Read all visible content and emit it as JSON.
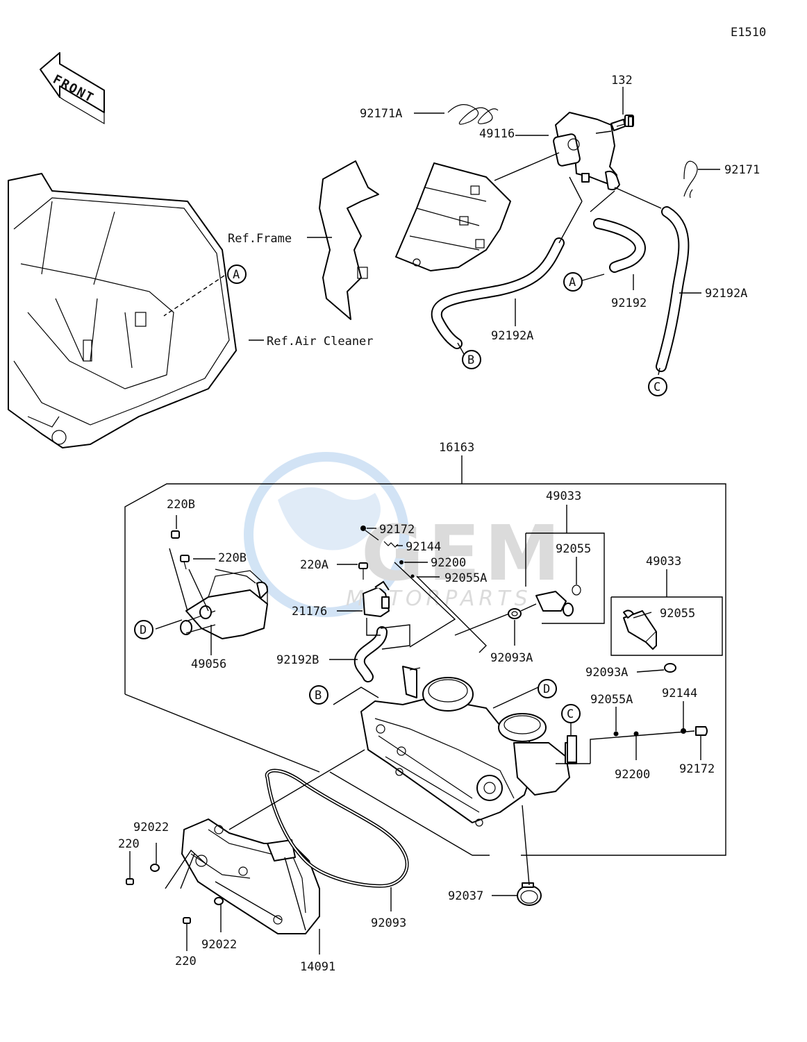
{
  "diagram_code": "E1510",
  "front_label": "FRONT",
  "references": {
    "frame": "Ref.Frame",
    "air_cleaner": "Ref.Air Cleaner"
  },
  "connectors": [
    "A",
    "B",
    "C",
    "D"
  ],
  "watermark": {
    "logo": "GEM",
    "text": "MOTORPARTS"
  },
  "parts": {
    "p132": "132",
    "p92171A": "92171A",
    "p49116": "49116",
    "p92171": "92171",
    "p92192A_left": "92192A",
    "p92192": "92192",
    "p92192A_right": "92192A",
    "p16163": "16163",
    "p220B_top": "220B",
    "p220B_mid": "220B",
    "p49056": "49056",
    "p92172_top": "92172",
    "p92144_top": "92144",
    "p92200_top": "92200",
    "p220A": "220A",
    "p92055A_top": "92055A",
    "p21176": "21176",
    "p92192B": "92192B",
    "p49033_a": "49033",
    "p92055_a": "92055",
    "p92093A_a": "92093A",
    "p49033_b": "49033",
    "p92055_b": "92055",
    "p92093A_b": "92093A",
    "p92055A_right": "92055A",
    "p92144_right": "92144",
    "p92200_right": "92200",
    "p92172_right": "92172",
    "p92022_top": "92022",
    "p220_top": "220",
    "p92022_bot": "92022",
    "p220_bot": "220",
    "p14091": "14091",
    "p92093": "92093",
    "p92037": "92037"
  }
}
